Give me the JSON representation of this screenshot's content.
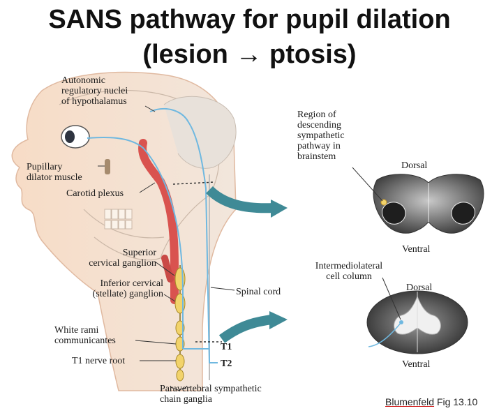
{
  "title": {
    "line1": "SANS pathway for pupil dilation",
    "line2": "(lesion → ptosis)"
  },
  "labels": {
    "autonomic_nuclei": "Autonomic\nregulatory nuclei\nof hypothalamus",
    "pupillary_dilator": "Pupillary\ndilator muscle",
    "carotid_plexus": "Carotid plexus",
    "superior_cervical": "Superior\ncervical ganglion",
    "inferior_cervical": "Inferior cervical\n(stellate) ganglion",
    "spinal_cord": "Spinal cord",
    "white_rami": "White rami\ncommunicantes",
    "t1_nerve_root": "T1 nerve root",
    "t1": "T1",
    "t2": "T2",
    "paravertebral": "Paravertebral sympathetic\nchain ganglia",
    "region_descending": "Region of\ndescending\nsympathetic\npathway in\nbrainstem",
    "dorsal_top": "Dorsal",
    "ventral_top": "Ventral",
    "intermediolateral": "Intermediolateral\ncell column",
    "dorsal_bottom": "Dorsal",
    "ventral_bottom": "Ventral"
  },
  "citation": {
    "author": "Blumenfeld",
    "figure": "Fig 13.10"
  },
  "colors": {
    "pathway": "#6fb8e0",
    "artery": "#d9534f",
    "ganglion": "#f2d36b",
    "arrow": "#3f8a96",
    "section": "#555555"
  }
}
